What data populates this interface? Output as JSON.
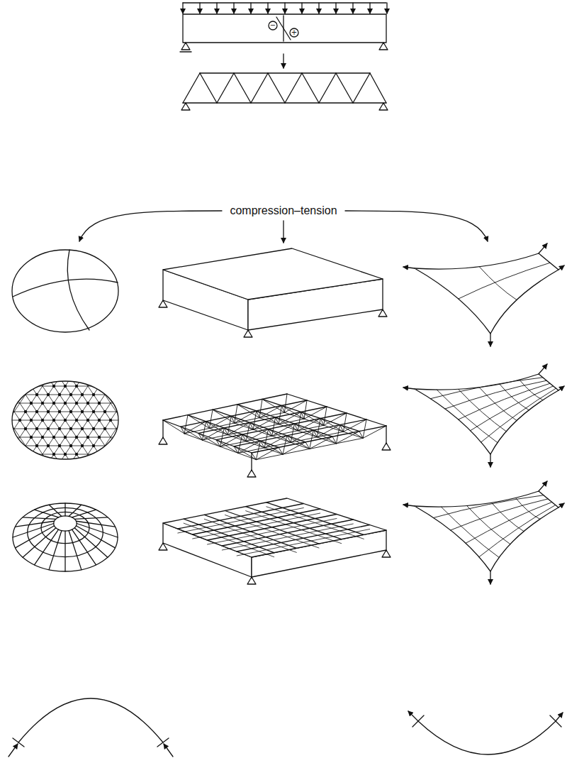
{
  "diagram": {
    "labels": [
      "compression–tension",
      "−",
      "+"
    ]
  }
}
